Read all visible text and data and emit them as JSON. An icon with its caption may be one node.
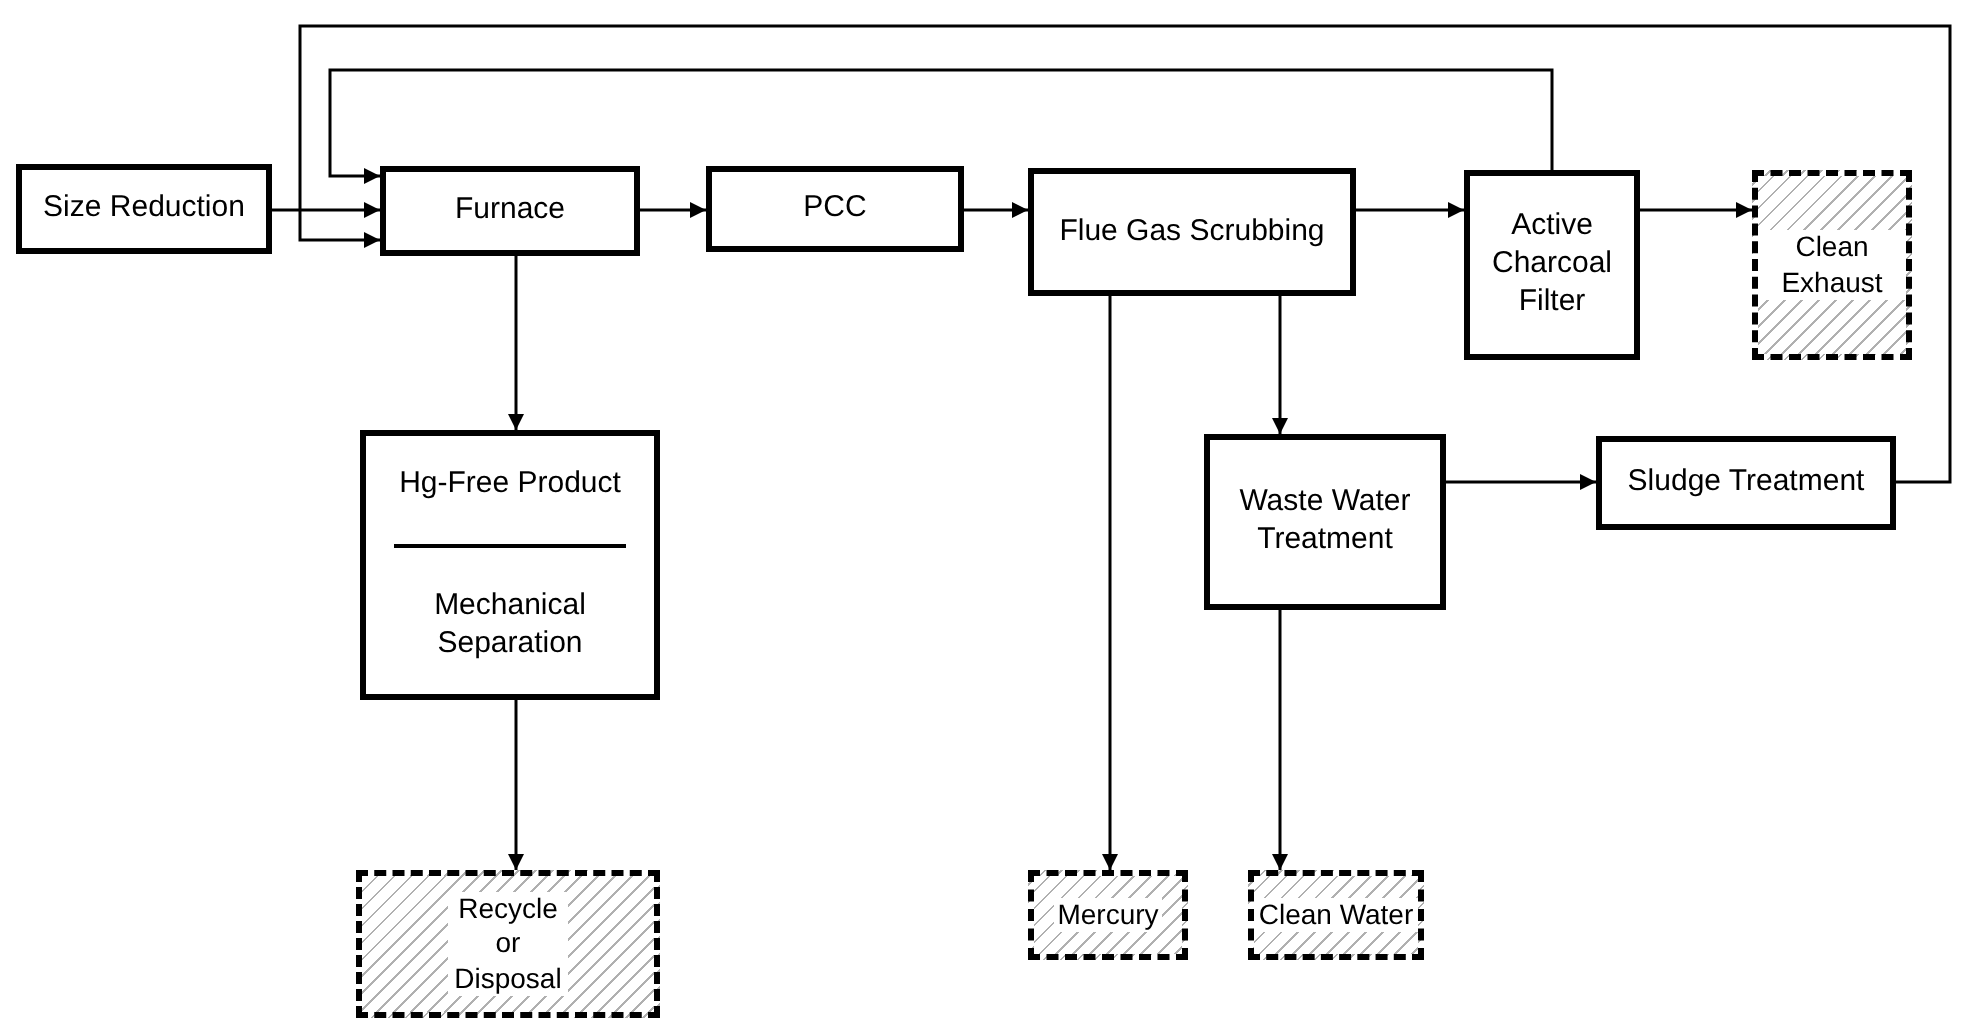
{
  "diagram": {
    "nodes": [
      {
        "text": [
          "Size Reduction"
        ]
      },
      {
        "text": [
          "Furnace"
        ]
      },
      {
        "text": [
          "PCC"
        ]
      },
      {
        "text": [
          "Flue Gas Scrubbing"
        ]
      },
      {
        "text": [
          "Active Charcoal Filter"
        ]
      },
      {
        "text": [
          "Clean Exhaust"
        ]
      },
      {
        "text": [
          "Hg-Free Product",
          "Mechanical Separation"
        ]
      },
      {
        "text": [
          "Recycle or Disposal"
        ]
      },
      {
        "text": [
          "Waste Water Treatment"
        ]
      },
      {
        "text": [
          "Sludge Treatment"
        ]
      },
      {
        "text": [
          "Mercury"
        ]
      },
      {
        "text": [
          "Clean Water"
        ]
      }
    ],
    "edges": [
      {
        "from": 0,
        "to": 1,
        "arrow": "to"
      },
      {
        "from": 4,
        "to": 1,
        "arrow": "to"
      },
      {
        "from": 9,
        "to": 1,
        "arrow": "to"
      },
      {
        "from": 1,
        "to": 2,
        "arrow": "to"
      },
      {
        "from": 2,
        "to": 3,
        "arrow": "to"
      },
      {
        "from": 3,
        "to": 4,
        "arrow": "to"
      },
      {
        "from": 4,
        "to": 5,
        "arrow": "to"
      },
      {
        "from": 1,
        "to": 6,
        "arrow": "to"
      },
      {
        "from": 6,
        "to": 7,
        "arrow": "to"
      },
      {
        "from": 3,
        "to": 10,
        "arrow": "to"
      },
      {
        "from": 3,
        "to": 8,
        "arrow": "to"
      },
      {
        "from": 8,
        "to": 9,
        "arrow": "to"
      },
      {
        "from": 8,
        "to": 11,
        "arrow": "to"
      }
    ]
  }
}
